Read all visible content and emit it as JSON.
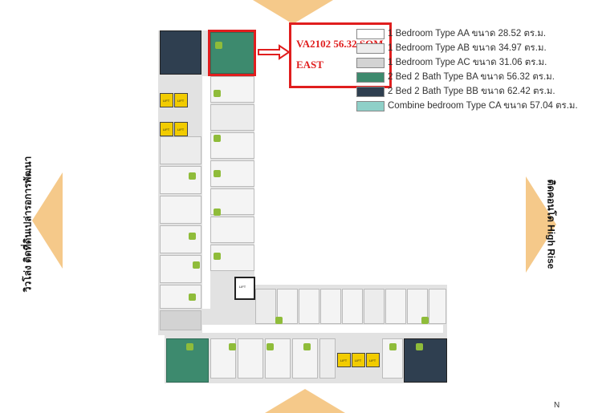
{
  "directions": {
    "top": "",
    "left": "วิวโล่ง ติดที่ดินเปล่ารอการพัฒนา",
    "right": "ติดคอนโด High Rise",
    "bottom": ""
  },
  "callout": {
    "unit_line": "VA2102 56.32 SQM",
    "facing": "EAST"
  },
  "legend": [
    {
      "label": "1 Bedroom Type AA ขนาด 28.52 ตร.ม.",
      "color": "#ffffff"
    },
    {
      "label": "1 Bedroom Type AB ขนาด 34.97 ตร.ม.",
      "color": "#ececec"
    },
    {
      "label": "1 Bedroom Type AC ขนาด 31.06 ตร.ม.",
      "color": "#d3d3d3"
    },
    {
      "label": "2 Bed 2 Bath Type BA ขนาด 56.32 ตร.ม.",
      "color": "#3d8a6e"
    },
    {
      "label": "2 Bed 2 Bath Type BB ขนาด 62.42 ตร.ม.",
      "color": "#2f3f50"
    },
    {
      "label": "Combine bedroom Type CA ขนาด 57.04 ตร.ม.",
      "color": "#8fd0c8"
    }
  ],
  "lift_label": "LIFT",
  "north_mark": "N"
}
